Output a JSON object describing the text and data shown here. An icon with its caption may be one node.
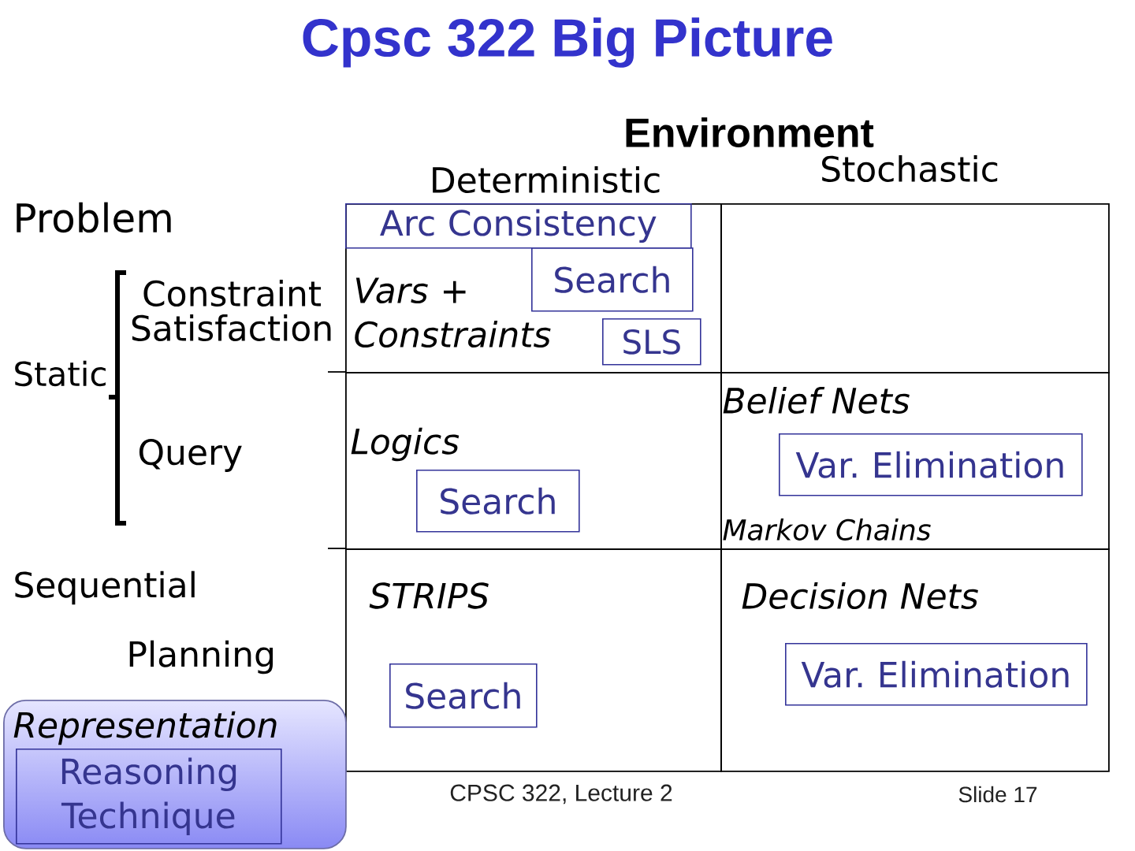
{
  "diagram": {
    "title": "Cpsc 322 Big Picture",
    "nodes": [
      {
        "text": [
          "Vars + Constraints"
        ]
      },
      {
        "text": [
          "Arc Consistency"
        ],
        "in": 0
      },
      {
        "text": [
          "Search"
        ],
        "in": 0
      },
      {
        "text": [
          "SLS"
        ],
        "in": 0
      },
      {
        "text": [],
        "shape": "box"
      },
      {
        "text": [
          "Logics"
        ]
      },
      {
        "text": [
          "Search"
        ],
        "in": 5
      },
      {
        "text": [
          "Belief Nets",
          "Markov Chains"
        ]
      },
      {
        "text": [
          "Var. Elimination"
        ],
        "in": 7
      },
      {
        "text": [
          "STRIPS"
        ]
      },
      {
        "text": [
          "Search"
        ],
        "in": 9
      },
      {
        "text": [
          "Decision Nets"
        ]
      },
      {
        "text": [
          "Var. Elimination"
        ],
        "in": 11
      },
      {
        "text": [
          "Representation"
        ]
      },
      {
        "text": [
          "Reasoning Technique"
        ],
        "in": 13
      }
    ],
    "labels": [
      "Environment",
      "Deterministic",
      "Stochastic",
      "Problem",
      "Constraint Satisfaction",
      "Static",
      "Query",
      "Sequential",
      "Planning",
      "CPSC 322, Lecture 2",
      "Slide 17"
    ]
  }
}
